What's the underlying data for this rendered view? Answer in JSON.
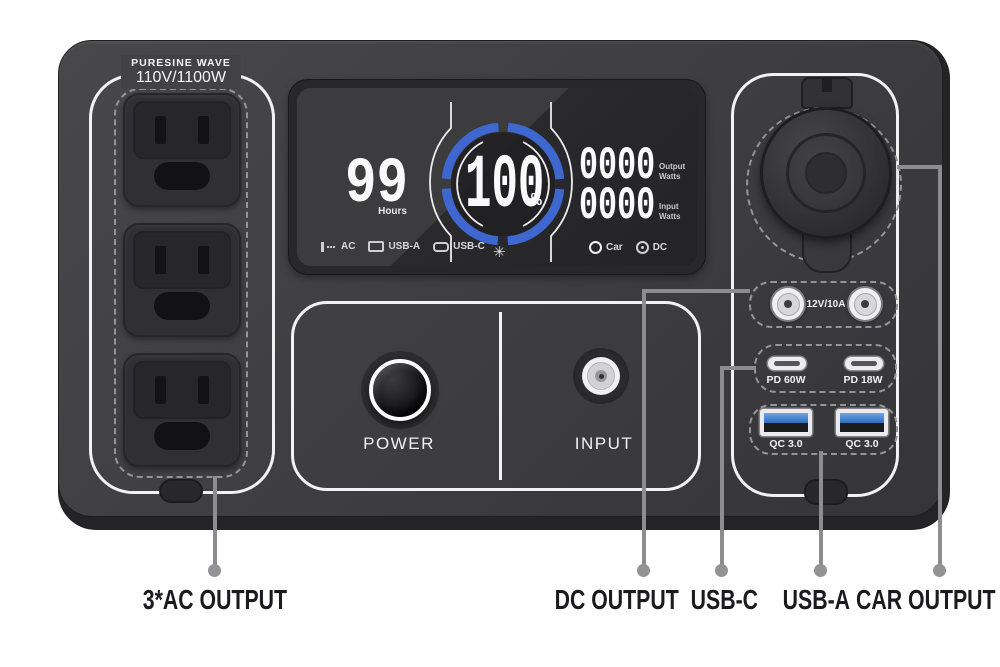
{
  "colors": {
    "accent_blue": "#3e67cf",
    "body_gray": "#3e3e41",
    "callout_gray": "#8d8d8f",
    "panel_outline_white": "#f2f2f2"
  },
  "device": {
    "rating_line1": "PURESINE WAVE",
    "rating_line2": "110V/1100W",
    "display": {
      "hours_value": "99",
      "hours_label": "Hours",
      "battery_percent": "100",
      "percent_sign": "%",
      "output_watts_value": "0000",
      "output_label": [
        "Output",
        "Watts"
      ],
      "input_watts_value": "0000",
      "input_label": [
        "Input",
        "Watts"
      ],
      "status_left": [
        {
          "icon": "ac-plug-icon",
          "label": "AC"
        },
        {
          "icon": "usb-a-icon",
          "label": "USB-A"
        },
        {
          "icon": "usb-c-icon",
          "label": "USB-C"
        }
      ],
      "status_right": [
        {
          "icon": "car-icon",
          "label": "Car"
        },
        {
          "icon": "dc-icon",
          "label": "DC"
        }
      ],
      "fan_glyph": "✳"
    },
    "power_label": "POWER",
    "input_label": "INPUT",
    "dc_output_rating": "12V/10A",
    "usb_c_labels": [
      "PD 60W",
      "PD 18W"
    ],
    "usb_a_labels": [
      "QC 3.0",
      "QC 3.0"
    ]
  },
  "callout_labels": {
    "ac": "3*AC OUTPUT",
    "dc": "DC OUTPUT",
    "usb_c": "USB-C",
    "usb_a": "USB-A",
    "car": "CAR OUTPUT"
  }
}
